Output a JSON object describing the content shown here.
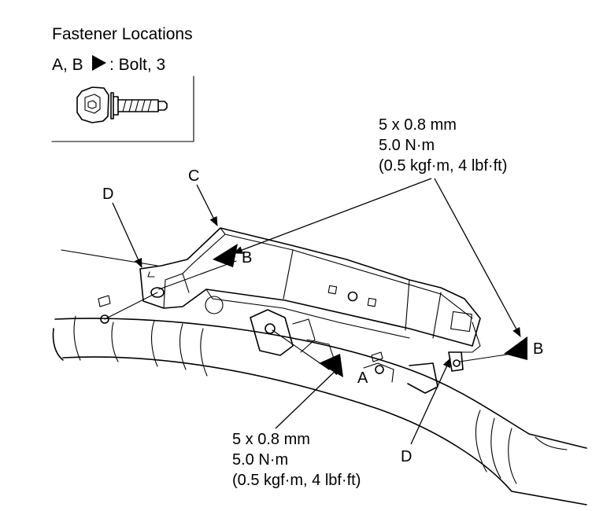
{
  "legend": {
    "title": "Fastener Locations",
    "item_prefix": "A, B",
    "item_text": ": Bolt, 3",
    "icon": "bolt-icon"
  },
  "callouts": {
    "A": "A",
    "B_upper": "B",
    "B_right": "B",
    "C": "C",
    "D_upper": "D",
    "D_lower": "D"
  },
  "torque_top": {
    "size": "5 x 0.8 mm",
    "torque": "5.0 N·m",
    "alt": "(0.5 kgf·m, 4 lbf·ft)"
  },
  "torque_bottom": {
    "size": "5 x 0.8 mm",
    "torque": "5.0 N·m",
    "alt": "(0.5 kgf·m, 4 lbf·ft)"
  }
}
